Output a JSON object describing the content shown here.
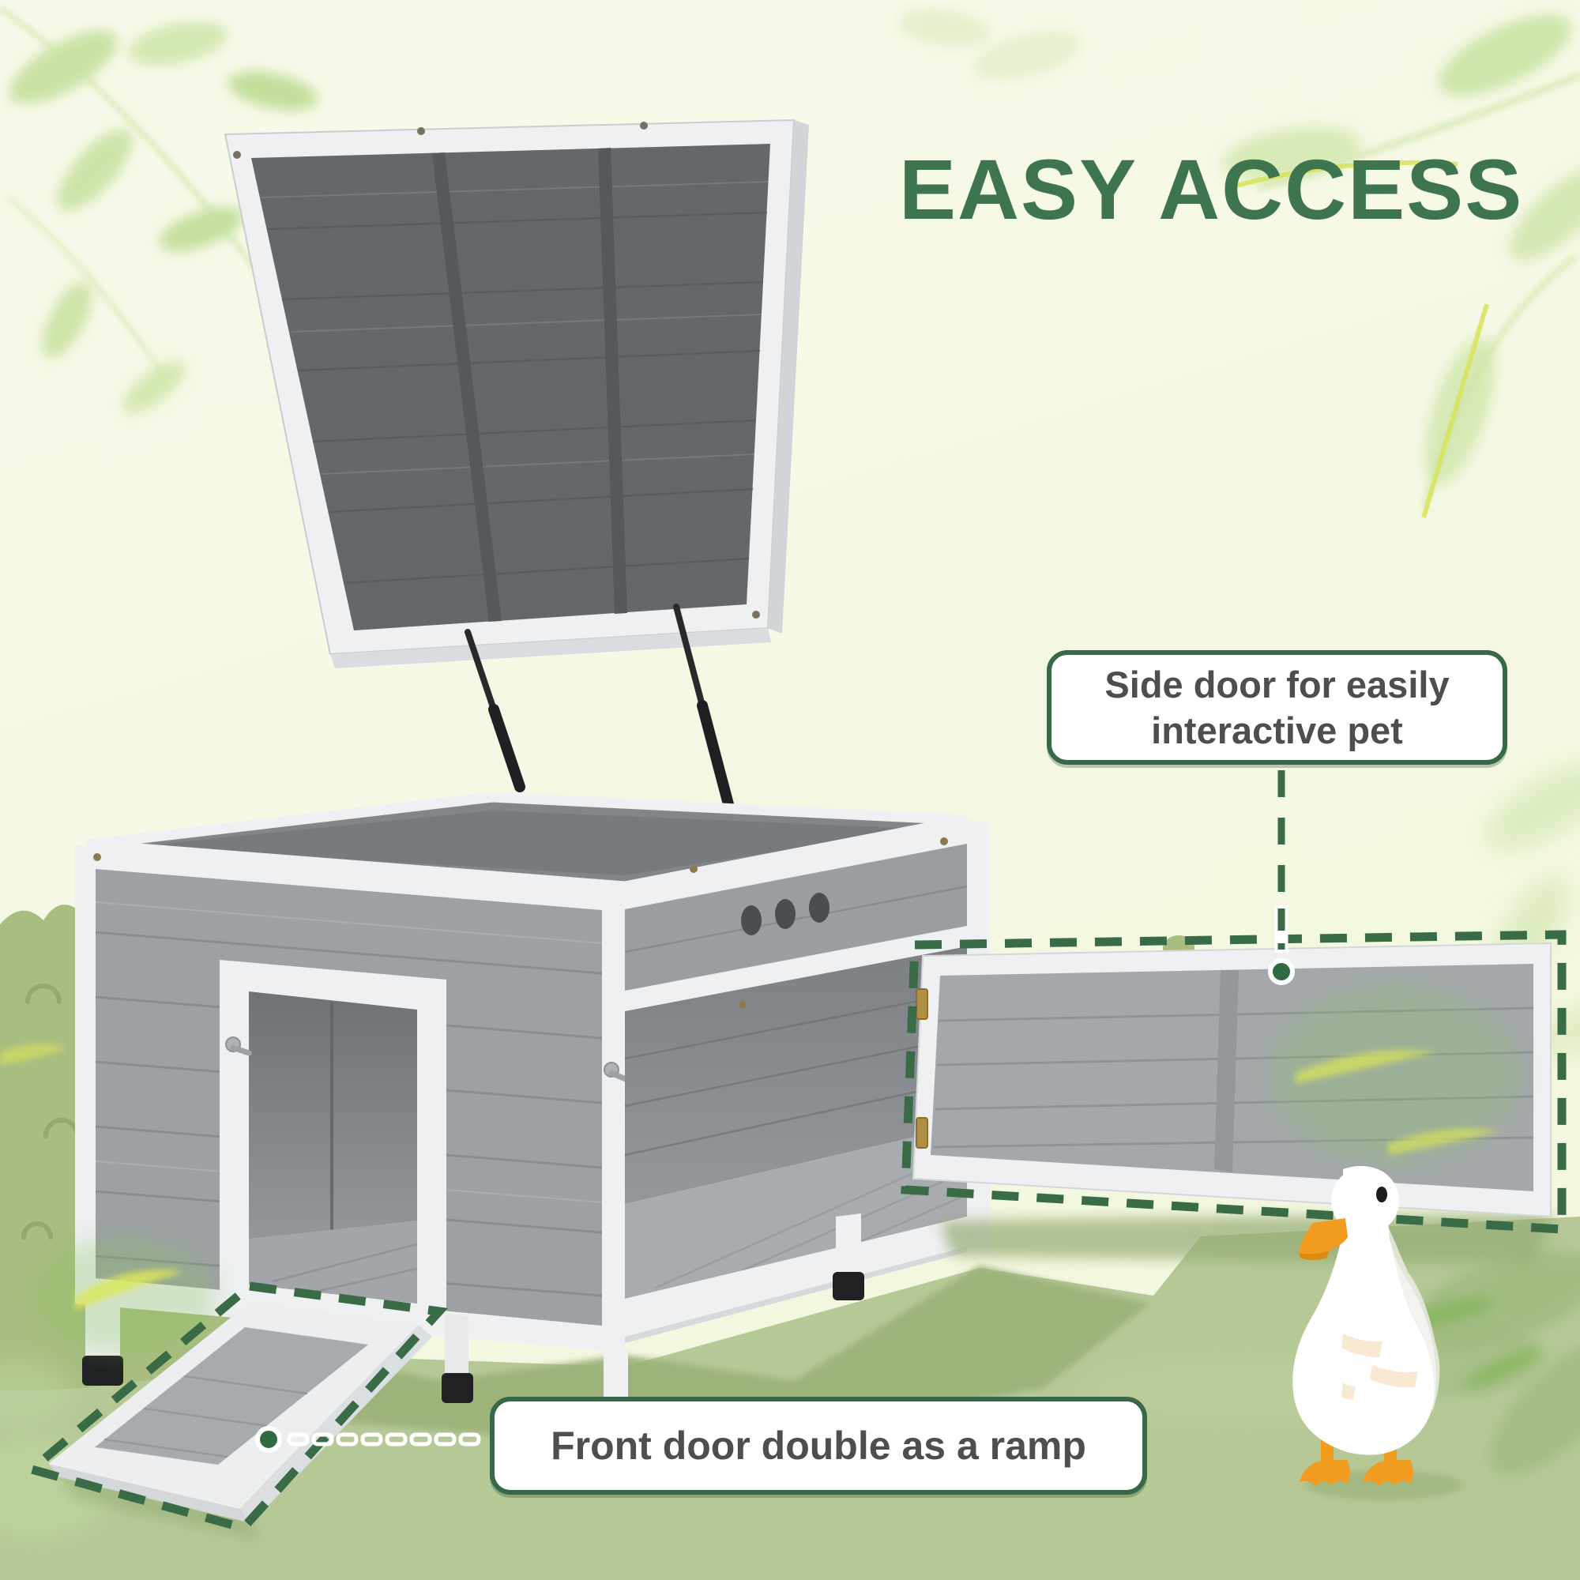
{
  "title": "EASY ACCESS",
  "callouts": {
    "side_door": {
      "label": "Side door for easily interactive pet"
    },
    "front_door": {
      "label": "Front door double as a ramp"
    }
  },
  "colors": {
    "title_green": "#3E744E",
    "callout_border_green": "#376847",
    "callout_text_gray": "#4E4E4E",
    "dashed_outline_green": "#3A6B47",
    "background_cream": "#F4F8E2",
    "grass_green": "#B5C896",
    "shadow_olive": "#9DB279",
    "bush_green": "#A9BD80",
    "lid_wood_dark_gray": "#65686B",
    "wall_wood_gray": "#9DA1A5",
    "frame_white": "#EEF0F1",
    "duck_orange": "#F29C1F"
  },
  "illustration": {
    "objects": [
      "open-lid-coop",
      "front-doorway",
      "ventilation-holes",
      "detached-side-door-panel",
      "front-door-ramp",
      "white-duck",
      "leaf-decorations"
    ]
  }
}
